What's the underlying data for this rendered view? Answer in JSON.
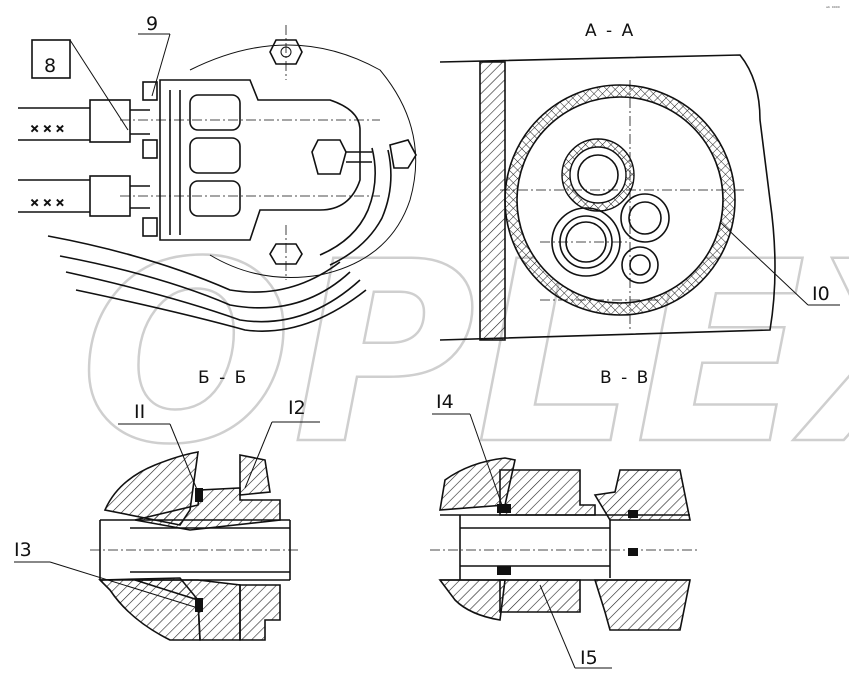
{
  "corner_mark": "ᵃᵇ ⁰⁰⁰⁰",
  "watermark": "OPLEX",
  "sections": {
    "aa": "А - А",
    "bb": "Б - Б",
    "vv": "В - В"
  },
  "callouts": {
    "c8": "8",
    "c9": "9",
    "c10": "I0",
    "c11": "II",
    "c12": "I2",
    "c13": "I3",
    "c14": "I4",
    "c15": "I5"
  }
}
